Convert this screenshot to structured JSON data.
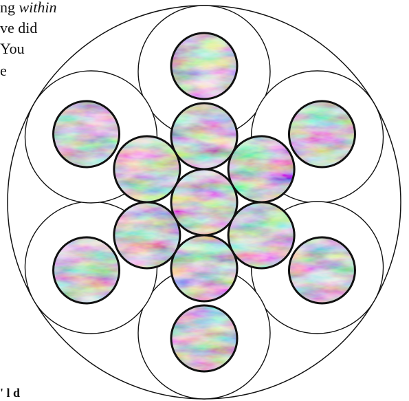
{
  "text_fragments": {
    "line1_a": "ng ",
    "line1_b": "within",
    "line2": "ve did",
    "line3": "You",
    "line4": "e",
    "bottom": "' l d"
  },
  "colors": {
    "ink": "#111111",
    "background": "#ffffff",
    "tie_dye": [
      "#8fa7d8",
      "#e89ab8",
      "#90dd9a",
      "#c58cc6",
      "#a898d0"
    ]
  }
}
